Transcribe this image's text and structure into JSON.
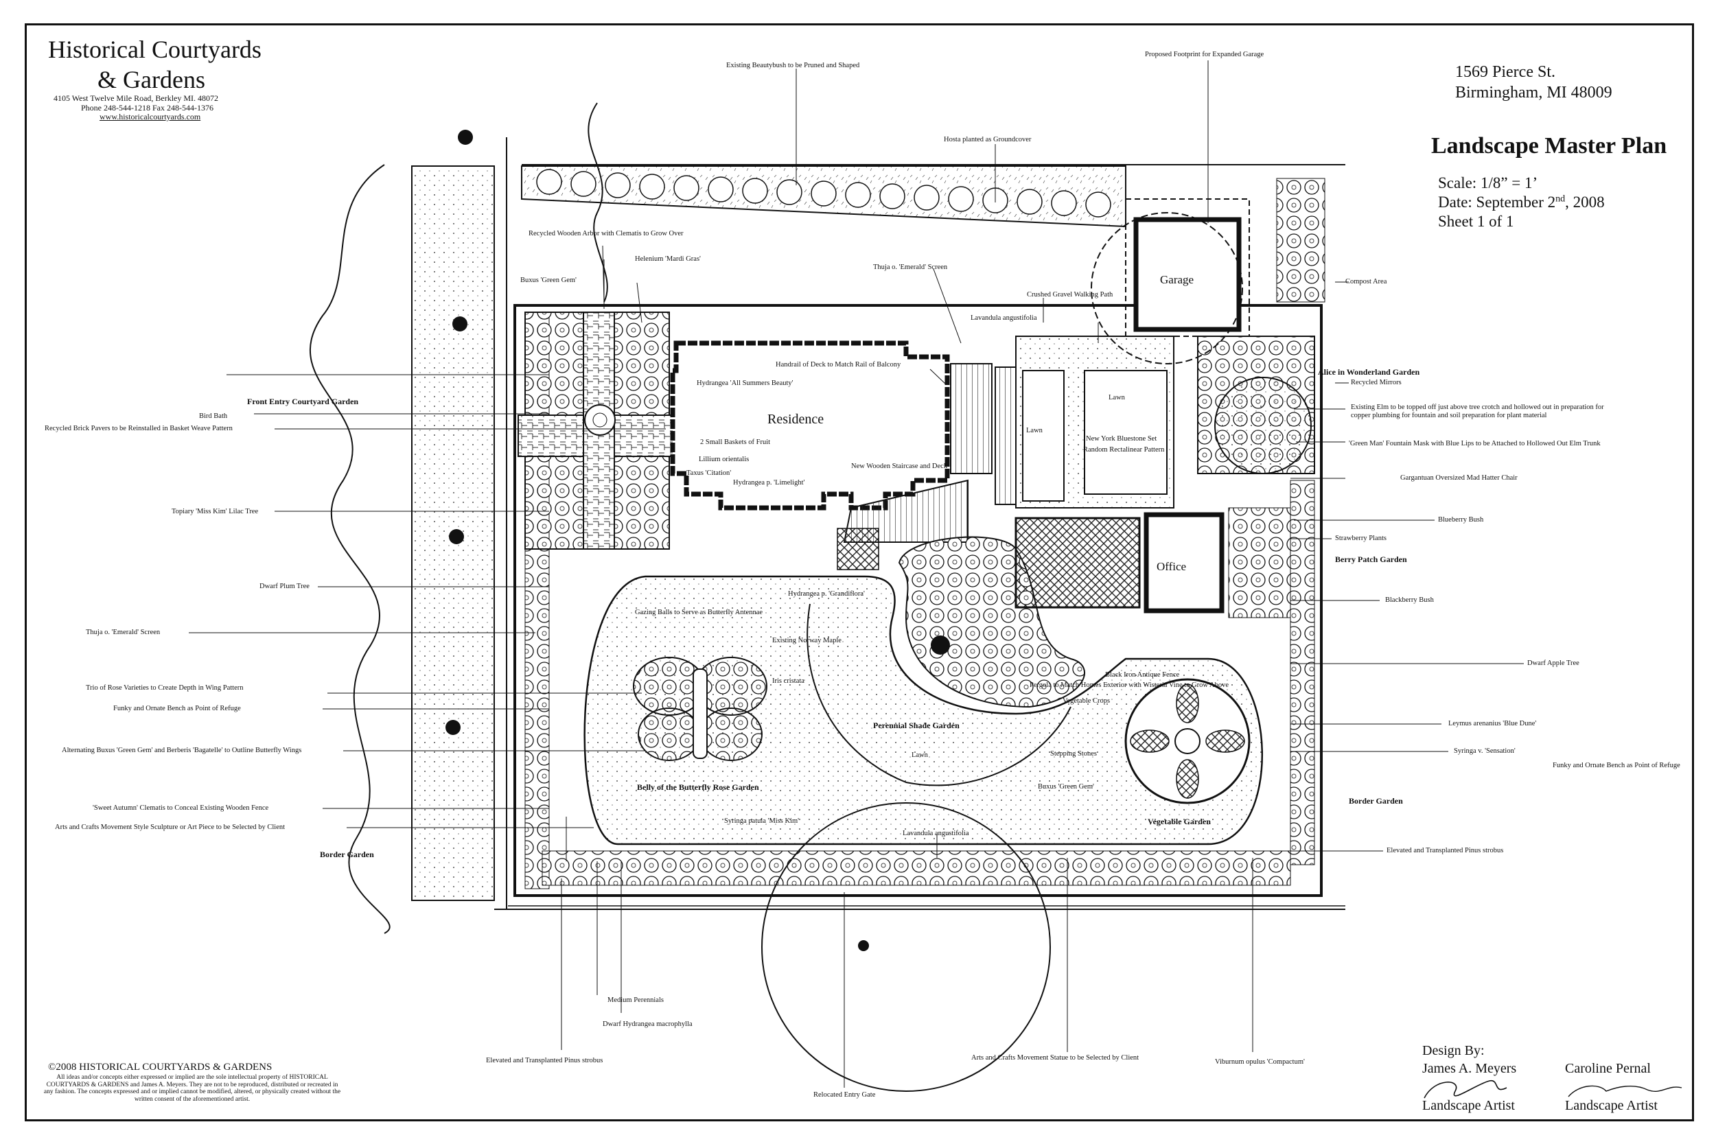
{
  "firm": {
    "name_line1": "Historical Courtyards",
    "name_line2": "& Gardens",
    "address": "4105 West Twelve Mile Road, Berkley MI. 48072",
    "phone": "Phone 248-544-1218   Fax 248-544-1376",
    "website": "www.historicalcourtyards.com"
  },
  "site": {
    "street": "1569 Pierce St.",
    "city": "Birmingham, MI 48009"
  },
  "plan": {
    "title": "Landscape Master Plan",
    "scale": "Scale: 1/8” = 1’",
    "date_prefix": "Date: September 2",
    "date_sup": "nd",
    "date_suffix": ", 2008",
    "sheet": "Sheet 1 of 1"
  },
  "structures": {
    "residence": "Residence",
    "garage": "Garage",
    "office": "Office"
  },
  "zones": {
    "front_entry": "Front Entry Courtyard Garden",
    "alice": "Alice in Wonderland Garden",
    "berry_patch": "Berry Patch Garden",
    "border_left": "Border Garden",
    "border_right": "Border Garden",
    "perennial_shade": "Perennial Shade Garden",
    "butterfly": "Belly of the Butterfly Rose Garden",
    "vegetable": "Vegetable Garden",
    "lawn1": "Lawn",
    "lawn2": "Lawn",
    "lawn3": "Lawn"
  },
  "labels": {
    "beautybush": "Existing Beautybush to be Pruned and Shaped",
    "expanded_garage": "Proposed Footprint for Expanded Garage",
    "hosta": "Hosta planted as Groundcover",
    "wooden_arbor": "Recycled Wooden Arbor with Clematis to Grow Over",
    "helenium": "Helenium 'Mardi Gras'",
    "buxus_top": "Buxus 'Green Gem'",
    "thuja_screen": "Thuja o. 'Emerald' Screen",
    "crushed_gravel": "Crushed Gravel Walking Path",
    "lavandula_top": "Lavandula angustifolia",
    "compost": "Compost Area",
    "recycled_mirrors": "Recycled Mirrors",
    "handrail": "Handrail of Deck to Match Rail of Balcony",
    "hydrangea_asb": "Hydrangea 'All Summers Beauty'",
    "bird_bath": "Bird Bath",
    "brick_pavers": "Recycled Brick Pavers to be Reinstalled in Basket Weave Pattern",
    "baskets": "2 Small Baskets of Fruit",
    "lillium": "Lillium orientalis",
    "taxus": "Taxus 'Citation'",
    "hydrangea_limelight": "Hydrangea p. 'Limelight'",
    "wooden_staircase": "New Wooden Staircase and Deck",
    "bluestone": "New York Bluestone Set",
    "random_rect": "Random Rectalinear Pattern",
    "elm_1": "Existing Elm to be topped off just above tree crotch and hollowed out in preparation for",
    "elm_2": "copper plumbing for fountain and soil preparation for plant material",
    "green_man": "'Green Man' Fountain Mask with Blue Lips to be Attached to Hollowed Out Elm Trunk",
    "mad_hatter": "Gargantuan Oversized Mad Hatter Chair",
    "lilac": "Topiary 'Miss Kim' Lilac Tree",
    "blueberry": "Blueberry Bush",
    "strawberry": "Strawberry Plants",
    "dwarf_plum": "Dwarf Plum Tree",
    "hydrangea_grandiflora": "Hydrangea p. 'Grandiflora'",
    "blackberry": "Blackberry Bush",
    "thuja_screen_left": "Thuja o. 'Emerald' Screen",
    "gazing_balls": "Gazing Balls to Serve as Butterfly Antennae",
    "norway_maple": "Existing Norway Maple",
    "dwarf_apple": "Dwarf Apple Tree",
    "black_iron": "Black Iron Antique Fence",
    "trio_roses": "Trio of Rose Varieties to Create Depth in Wing Pattern",
    "pergola": "Pergola to Match Homes Exterior with Wisteria Vine to Grow Above",
    "bench_left": "Funky and Ornate Bench as Point of Refuge",
    "iris": "Iris cristata",
    "vegetable_crops": "Vegetable Crops",
    "leymus": "Leymus arenanius 'Blue Dune'",
    "alternating_buxus": "Alternating Buxus 'Green Gem' and Berberis 'Bagatelle' to Outline Butterfly Wings",
    "stepping_stones": "Stepping Stones",
    "syringa_sensation": "Syringa v. 'Sensation'",
    "bench_right": "Funky and Ornate Bench as Point of Refuge",
    "buxus_veg": "Buxus 'Green Gem'",
    "sweet_autumn": "'Sweet Autumn' Clematis to Conceal Existing Wooden Fence",
    "sculpture": "Arts and Crafts Movement Style Sculpture or Art Piece to be Selected by Client",
    "syringa_miss_kim": "Syringa patula 'Miss Kim'",
    "lavandula_bottom": "Lavandula angustifolia",
    "pinus_right": "Elevated and Transplanted Pinus strobus",
    "medium_perennials": "Medium Perennials",
    "dwarf_hydrangea": "Dwarf Hydrangea macrophylla",
    "pinus_bottom": "Elevated and Transplanted Pinus strobus",
    "statue": "Arts and Crafts Movement Statue to be Selected by Client",
    "viburnum": "Viburnum opulus 'Compactum'",
    "entry_gate": "Relocated Entry Gate"
  },
  "copyright": {
    "heading": "©2008 HISTORICAL COURTYARDS & GARDENS",
    "body": "All ideas and/or concepts either expressed or implied are the sole intellectual property of HISTORICAL COURTYARDS & GARDENS and James A. Meyers. They are not to be reproduced, distributed or recreated in any fashion. The concepts expressed and or implied cannot be modified, altered, or physically created without the written consent of the aforementioned artist."
  },
  "design": {
    "heading": "Design By:",
    "designer1": "James A. Meyers",
    "role1": "Landscape Artist",
    "designer2": "Caroline Pernal",
    "role2": "Landscape Artist"
  }
}
